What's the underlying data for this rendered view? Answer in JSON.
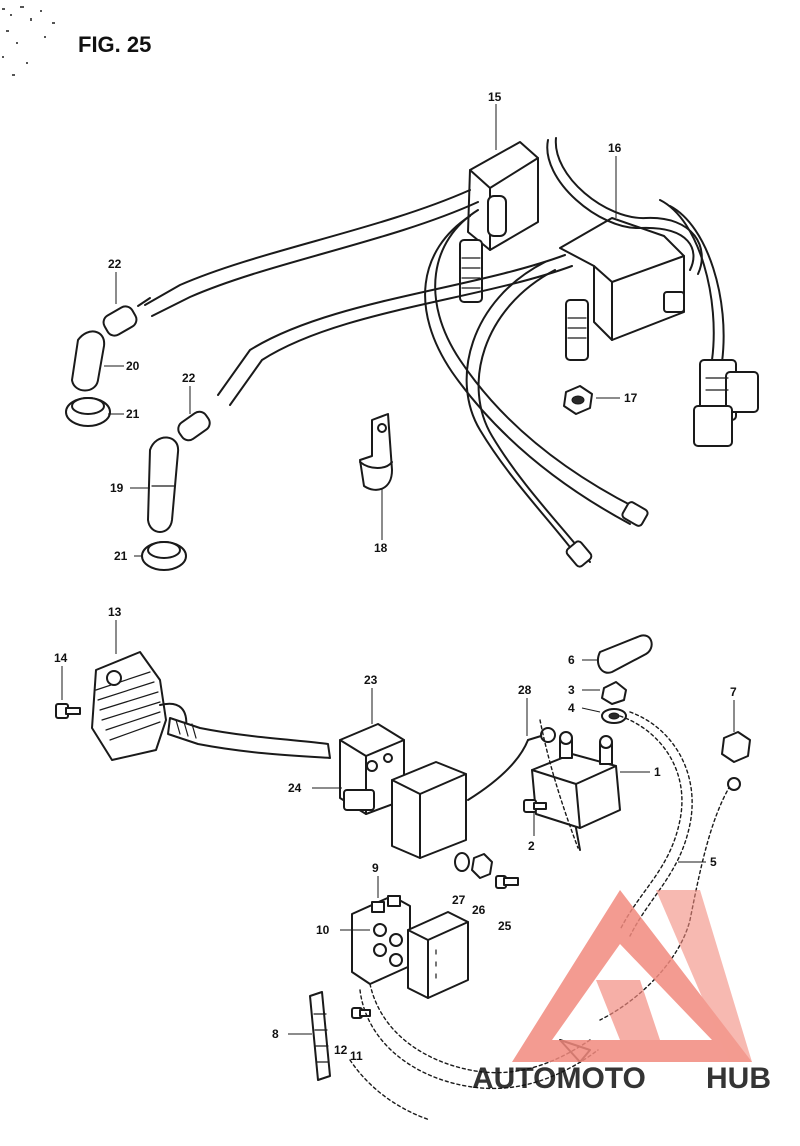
{
  "figure": {
    "title": "FIG. 25"
  },
  "callouts": [
    {
      "id": "c15",
      "label": "15"
    },
    {
      "id": "c16",
      "label": "16"
    },
    {
      "id": "c17",
      "label": "17"
    },
    {
      "id": "c18",
      "label": "18"
    },
    {
      "id": "c19",
      "label": "19"
    },
    {
      "id": "c20",
      "label": "20"
    },
    {
      "id": "c21a",
      "label": "21"
    },
    {
      "id": "c21b",
      "label": "21"
    },
    {
      "id": "c22a",
      "label": "22"
    },
    {
      "id": "c22b",
      "label": "22"
    },
    {
      "id": "c13",
      "label": "13"
    },
    {
      "id": "c14",
      "label": "14"
    },
    {
      "id": "c23",
      "label": "23"
    },
    {
      "id": "c24",
      "label": "24"
    },
    {
      "id": "c28",
      "label": "28"
    },
    {
      "id": "c6",
      "label": "6"
    },
    {
      "id": "c3",
      "label": "3"
    },
    {
      "id": "c4",
      "label": "4"
    },
    {
      "id": "c7",
      "label": "7"
    },
    {
      "id": "c1",
      "label": "1"
    },
    {
      "id": "c2",
      "label": "2"
    },
    {
      "id": "c5",
      "label": "5"
    },
    {
      "id": "c9",
      "label": "9"
    },
    {
      "id": "c10",
      "label": "10"
    },
    {
      "id": "c27",
      "label": "27"
    },
    {
      "id": "c26",
      "label": "26"
    },
    {
      "id": "c25",
      "label": "25"
    },
    {
      "id": "c8",
      "label": "8"
    },
    {
      "id": "c12",
      "label": "12"
    },
    {
      "id": "c11",
      "label": "11"
    }
  ],
  "watermark": {
    "part1": "AUTOMOTO",
    "part2": "HUB",
    "color_primary": "#f28a7e",
    "color_secondary": "#555555"
  }
}
